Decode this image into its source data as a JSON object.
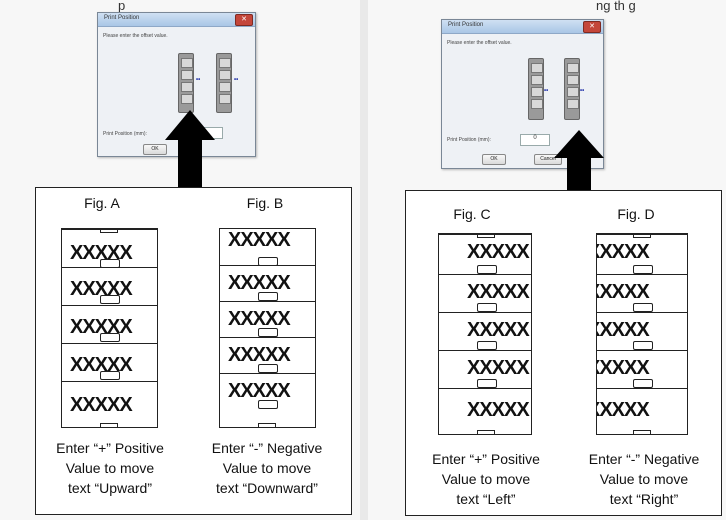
{
  "captions": {
    "top_left_fragment": "p",
    "top_right_fragment": "ng th   g"
  },
  "dialogs": {
    "left": {
      "title": "Print Position",
      "instruction": "Please enter the offset value.",
      "field_label": "Print Position (mm):",
      "field_value": "",
      "ok_label": "OK",
      "nudge": "••"
    },
    "right": {
      "title": "Print Position",
      "instruction": "Please enter the offset value.",
      "field_label": "Print Position (mm):",
      "field_value": "0",
      "ok_label": "OK",
      "cancel_label": "Cancel",
      "nudge": "••"
    }
  },
  "figures": {
    "a": {
      "title": "Fig. A",
      "row_text": "XXXXX",
      "desc": [
        "Enter “+” Positive",
        "Value to move",
        "text “Upward”"
      ]
    },
    "b": {
      "title": "Fig. B",
      "row_text": "XXXXX",
      "desc": [
        "Enter “-” Negative",
        "Value to move",
        "text “Downward”"
      ]
    },
    "c": {
      "title": "Fig. C",
      "row_text": "XXXXX",
      "desc": [
        "Enter “+” Positive",
        "Value to move",
        "text “Left”"
      ]
    },
    "d": {
      "title": "Fig. D",
      "row_text": "XXXXX",
      "desc": [
        "Enter “-” Negative",
        "Value to move",
        "text “Right”"
      ]
    }
  },
  "colors": {
    "arrow": "#000000",
    "dialog_close": "#c4463a",
    "nudge": "#2233aa"
  }
}
